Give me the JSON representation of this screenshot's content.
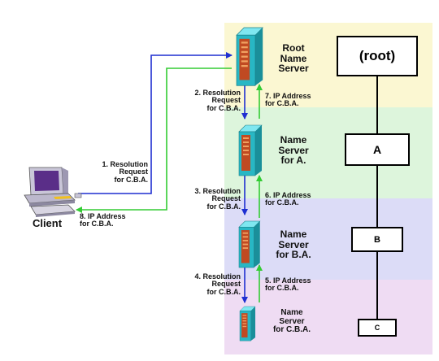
{
  "bands": [
    {
      "name": "root-zone",
      "color": "#fbf7d2"
    },
    {
      "name": "a-zone",
      "color": "#ddf5dc"
    },
    {
      "name": "ba-zone",
      "color": "#dcdcf7"
    },
    {
      "name": "cba-zone",
      "color": "#efdcf3"
    }
  ],
  "colors": {
    "request_arrow": "#1f2fd1",
    "response_arrow": "#33cc33"
  },
  "servers": {
    "root": "Root\nName\nServer",
    "a": "Name\nServer\nfor A.",
    "ba": "Name\nServer\nfor B.A.",
    "cba": "Name\nServer\nfor C.B.A."
  },
  "client": {
    "label": "Client",
    "icon": "desktop-computer-icon"
  },
  "steps": {
    "s1": "1. Resolution\nRequest\nfor C.B.A.",
    "s2": "2. Resolution\nRequest\nfor C.B.A.",
    "s3": "3. Resolution\nRequest\nfor C.B.A.",
    "s4": "4. Resolution\nRequest\nfor C.B.A.",
    "s5": "5. IP Address\nfor C.B.A.",
    "s6": "6. IP Address\nfor C.B.A.",
    "s7": "7. IP Address\nfor C.B.A.",
    "s8": "8. IP Address\nfor C.B.A."
  },
  "tree": {
    "root": "(root)",
    "a": "A",
    "b": "B",
    "c": "C"
  }
}
